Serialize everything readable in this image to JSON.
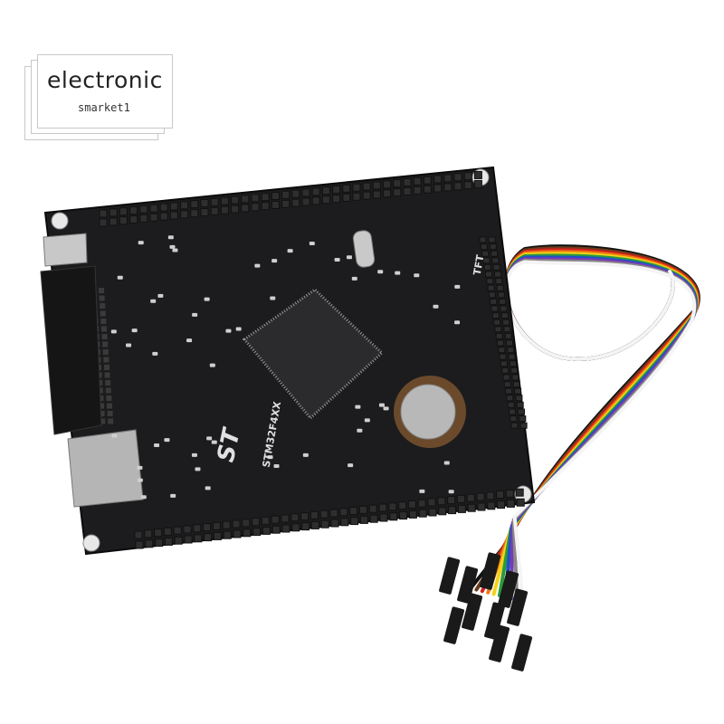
{
  "watermark": {
    "title": "electronic",
    "subtitle": "smarket1"
  },
  "board": {
    "model_label": "STM32F4XX",
    "logo_text": "ST",
    "header_label": "TFT",
    "colors": {
      "pcb": "#1c1c1e",
      "pins": "#3a3a3a",
      "chip": "#2b2b2e",
      "battery": "#b8b8b8",
      "battery_holder": "#6b4a2c"
    }
  },
  "cable": {
    "wire_colors": [
      "#111111",
      "#6b3a1a",
      "#d42020",
      "#f07a10",
      "#f2d21a",
      "#2a9a3a",
      "#2050c8",
      "#7a3ab0",
      "#8a8a8a",
      "#f4f4f4"
    ]
  }
}
